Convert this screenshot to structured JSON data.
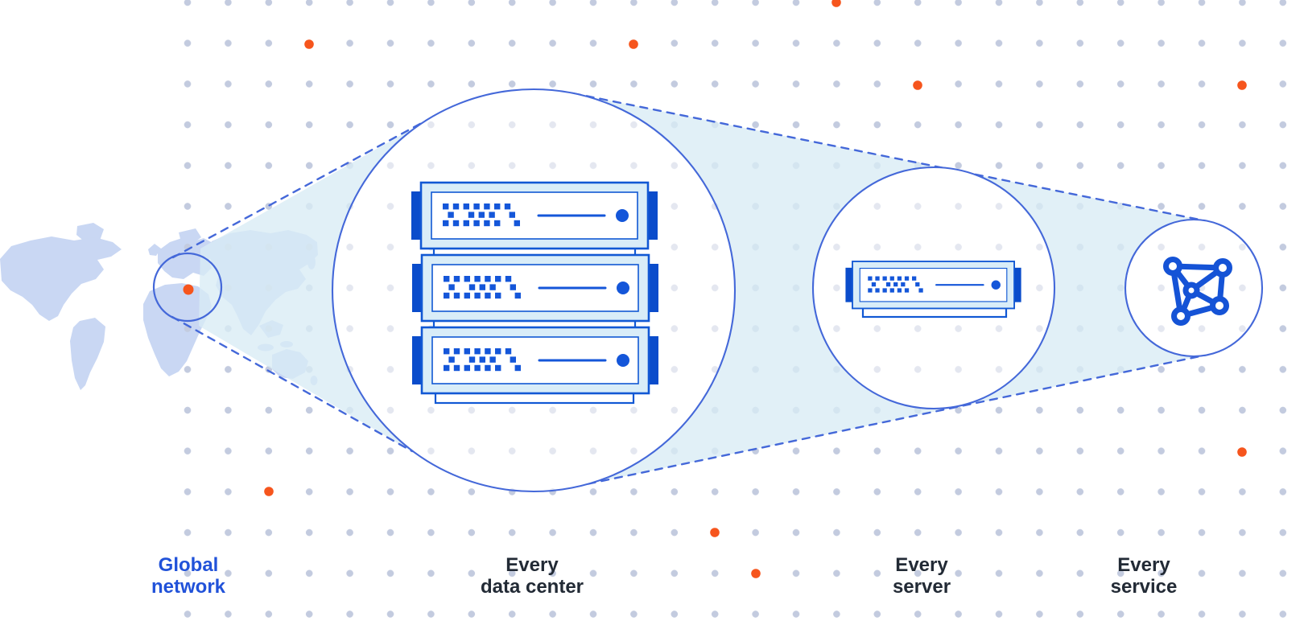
{
  "diagram": {
    "title_implicit": "",
    "stages": [
      {
        "id": "global-network",
        "line1": "Global",
        "line2": "network",
        "accent": "blue"
      },
      {
        "id": "every-data-center",
        "line1": "Every",
        "line2": "data center",
        "accent": "dark"
      },
      {
        "id": "every-server",
        "line1": "Every",
        "line2": "server",
        "accent": "dark"
      },
      {
        "id": "every-service",
        "line1": "Every",
        "line2": "service",
        "accent": "dark"
      }
    ],
    "icons": [
      {
        "name": "world-map-icon",
        "meaning": "global network world map"
      },
      {
        "name": "magnifier-circle",
        "meaning": "zoom lens over Europe with orange location dot"
      },
      {
        "name": "server-rack-icon",
        "meaning": "three stacked rack servers inside data center lens"
      },
      {
        "name": "server-icon",
        "meaning": "single rack server inside lens"
      },
      {
        "name": "network-graph-icon",
        "meaning": "connected service nodes graph inside lens"
      }
    ]
  },
  "colors": {
    "accent_orange": "#f6551d",
    "line_blue": "#4468d9",
    "icon_blue": "#1553d6",
    "server_stroke": "#1158d4",
    "server_dark": "#0a4ccb",
    "server_fill": "#d9edf8",
    "beam_fill": "#d9ecf5",
    "map_fill": "#c9d7f3",
    "grid_dot": "#c3cbdf",
    "text_dark": "#222a35",
    "text_blue": "#2152d9"
  }
}
